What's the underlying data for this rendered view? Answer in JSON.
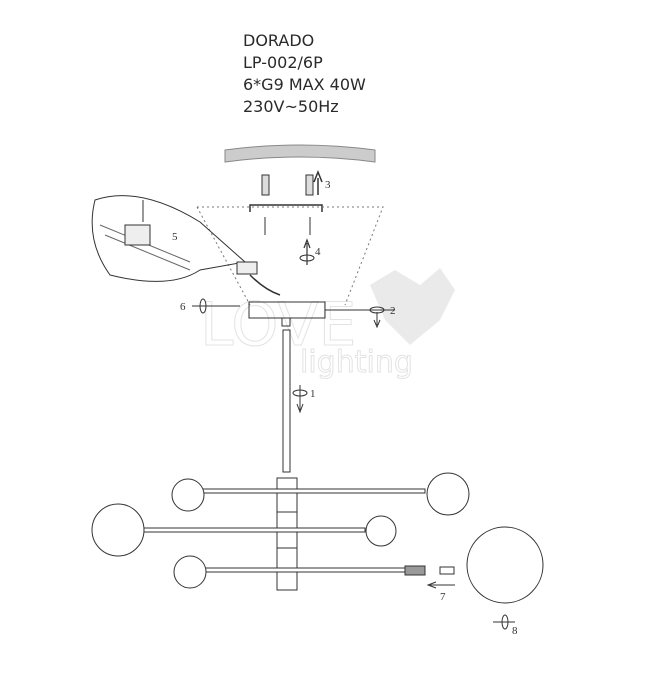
{
  "title": {
    "name": "DORADO",
    "model": "LP-002/6P",
    "bulbs": "6*G9 MAX 40W",
    "voltage": "230V~50Hz"
  },
  "steps": [
    "1",
    "2",
    "3",
    "4",
    "5",
    "6",
    "7",
    "8"
  ],
  "watermark": {
    "line1": "LOVE",
    "line2": "lighting"
  },
  "colors": {
    "line": "#333333",
    "text": "#2a2a2a"
  }
}
